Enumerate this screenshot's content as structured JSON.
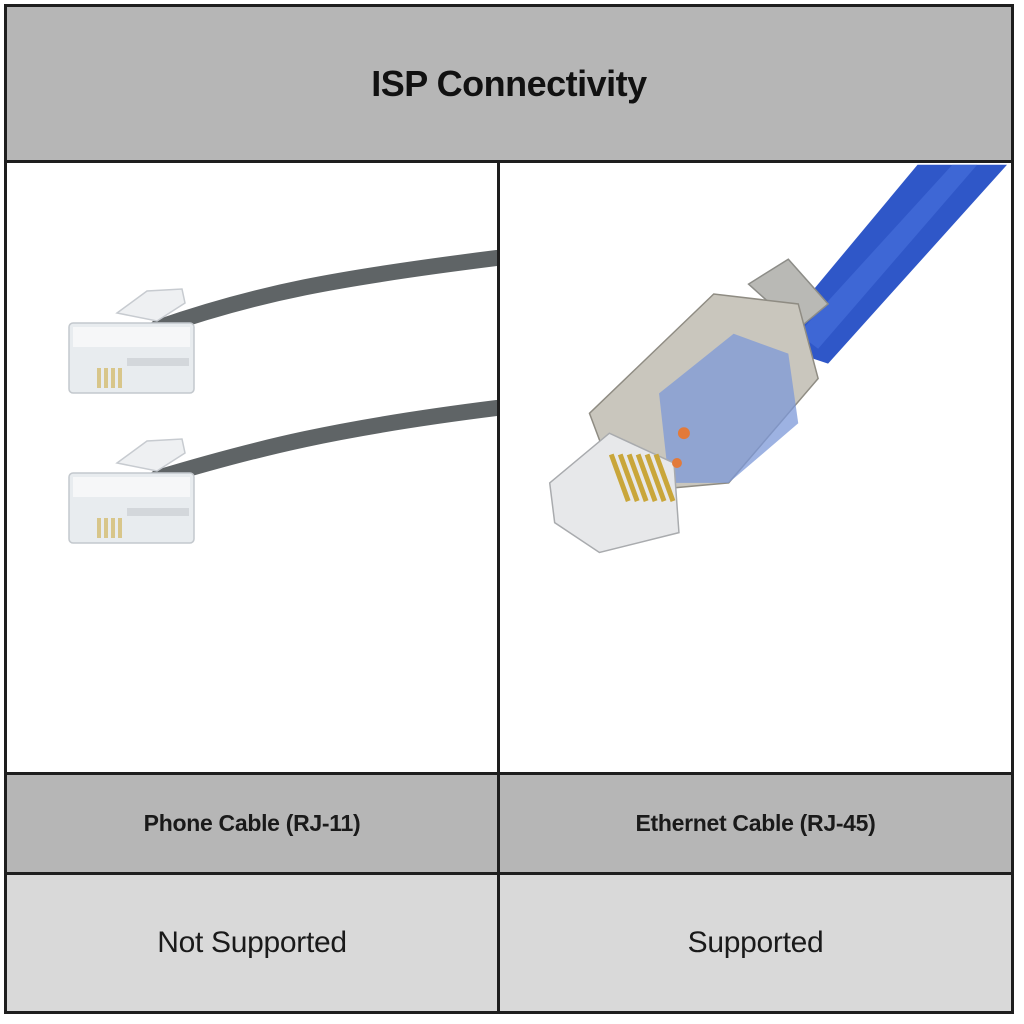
{
  "table": {
    "title": "ISP Connectivity",
    "columns": [
      {
        "image": "phone-cable-rj11-photo",
        "label": "Phone Cable (RJ-11)",
        "status": "Not Supported"
      },
      {
        "image": "ethernet-cable-rj45-photo",
        "label": "Ethernet Cable (RJ-45)",
        "status": "Supported"
      }
    ]
  },
  "colors": {
    "header_bg": "#b6b6b6",
    "label_bg": "#b6b6b6",
    "status_bg": "#d9d9d9",
    "border": "#1e1e1e",
    "phone_cable": "#5f6466",
    "ethernet_cable": "#2f57c8"
  }
}
